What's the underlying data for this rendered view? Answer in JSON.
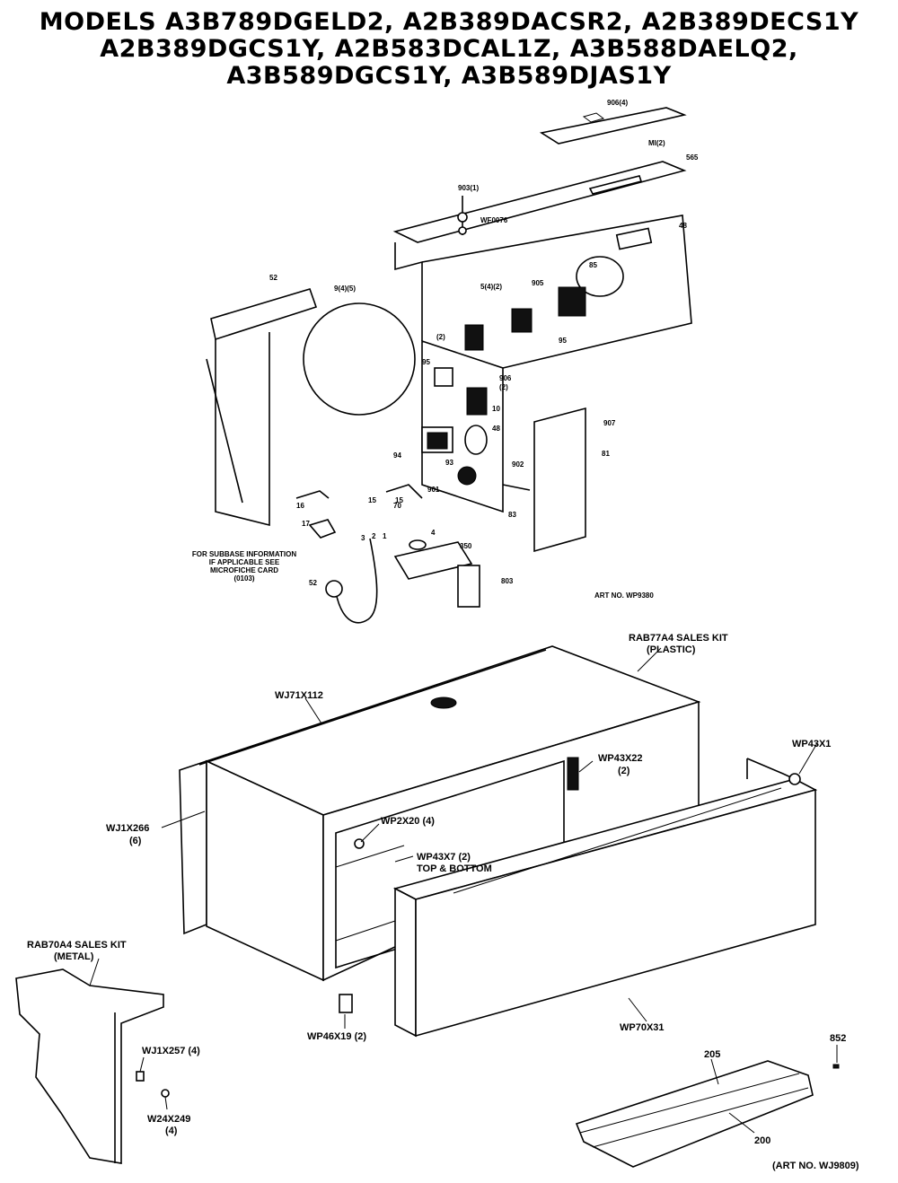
{
  "title_lines": [
    "MODELS A3B789DGELD2, A2B389DACSR2, A2B389DECS1Y",
    "A2B389DGCS1Y, A2B583DCAL1Z, A3B588DAELQ2,",
    "A3B589DGCS1Y, A3B589DJAS1Y"
  ],
  "upper": {
    "note": [
      "FOR SUBBASE INFORMATION",
      "IF APPLICABLE SEE",
      "MICROFICHE CARD",
      "(0103)"
    ],
    "art_no": "ART NO. WP9380",
    "callouts": [
      "52",
      "9(4)(5)",
      "906(4)",
      "WF0076",
      "5(4)(2)",
      "903(1)",
      "MI(2)",
      "565",
      "48",
      "85",
      "905",
      "907",
      "(2)",
      "10",
      "95",
      "906",
      "(2)",
      "48",
      "94",
      "95",
      "93",
      "70",
      "81",
      "902",
      "83",
      "901",
      "15",
      "16",
      "17",
      "3",
      "2",
      "1",
      "52",
      "4",
      "15",
      "350",
      "803"
    ]
  },
  "lower": {
    "callouts": {
      "kit_plastic": [
        "RAB77A4 SALES KIT",
        "(PLASTIC)"
      ],
      "wj71x112": "WJ71X112",
      "wp43x1": "WP43X1",
      "wp43x22": [
        "WP43X22",
        "(2)"
      ],
      "wj1x266": [
        "WJ1X266",
        "(6)"
      ],
      "wp2x20": "WP2X20 (4)",
      "wp43x7": [
        "WP43X7 (2)",
        "TOP & BOTTOM"
      ],
      "kit_metal": [
        "RAB70A4 SALES KIT",
        "(METAL)"
      ],
      "wj1x257": "WJ1X257 (4)",
      "w24x249": [
        "W24X249",
        "(4)"
      ],
      "wp46x19": "WP46X19 (2)",
      "wp70x31": "WP70X31",
      "p852": "852",
      "p205": "205",
      "p200": "200"
    },
    "art_no": "(ART NO. WJ9809)"
  }
}
